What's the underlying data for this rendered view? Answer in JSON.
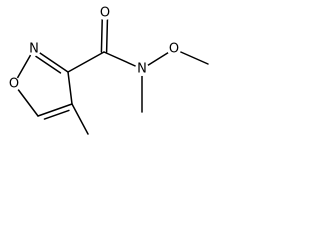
{
  "diagram": {
    "type": "chemical-structure",
    "atoms": {
      "ring_n": "N",
      "ring_o": "O",
      "carbonyl_o": "O",
      "amide_n": "N",
      "methoxy_o": "O"
    }
  }
}
